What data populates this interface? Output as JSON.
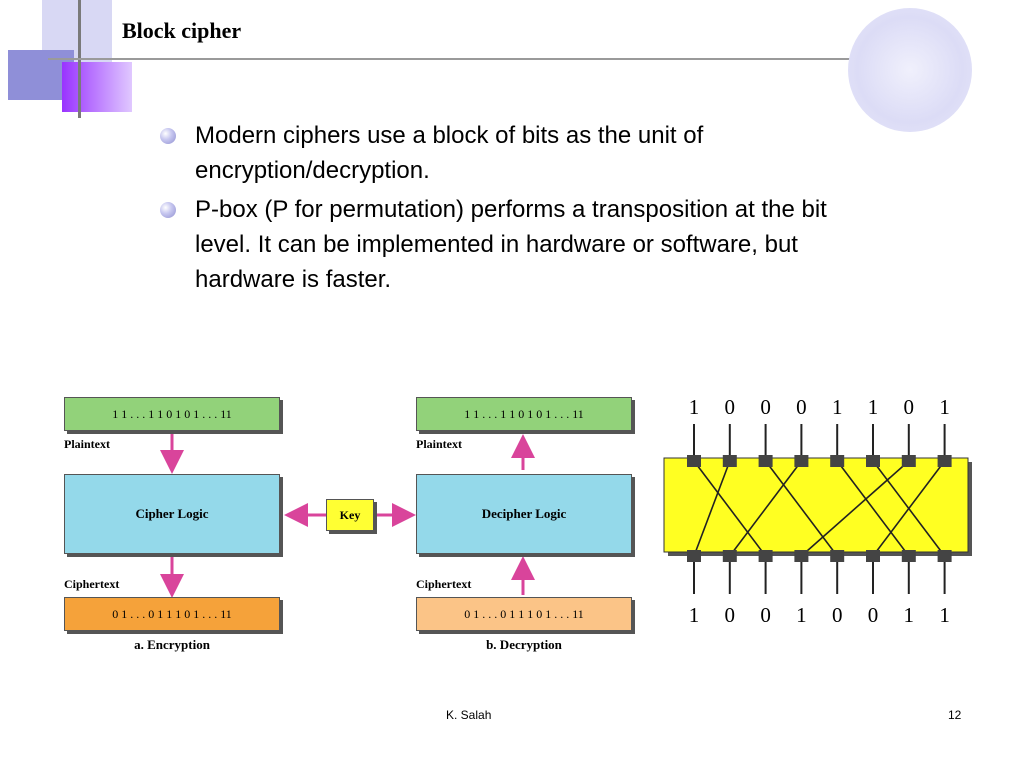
{
  "slide": {
    "title": "Block cipher",
    "bullets": [
      "Modern ciphers use a block of bits as the unit of encryption/decryption.",
      "P-box (P for permutation) performs a transposition at the bit level. It can be implemented in hardware or software, but hardware is faster."
    ],
    "footer_author": "K. Salah",
    "page_number": "12"
  },
  "encryption": {
    "plaintext_bits": "1 1 . . . 1 1 0 1 0 1 . . . 11",
    "plaintext_label": "Plaintext",
    "logic_label": "Cipher Logic",
    "ciphertext_label": "Ciphertext",
    "ciphertext_bits": "0 1 . . . 0 1 1 1 0 1 . . . 11",
    "caption": "a. Encryption"
  },
  "key_label": "Key",
  "decryption": {
    "plaintext_bits": "1 1 . . . 1 1 0 1 0 1 . . . 11",
    "plaintext_label": "Plaintext",
    "logic_label": "Decipher Logic",
    "ciphertext_label": "Ciphertext",
    "ciphertext_bits": "0 1 . . . 0 1 1 1 0 1 . . . 11",
    "caption": "b. Decryption"
  },
  "pbox": {
    "input_bits": [
      "1",
      "0",
      "0",
      "0",
      "1",
      "1",
      "0",
      "1"
    ],
    "output_bits": [
      "1",
      "0",
      "0",
      "1",
      "0",
      "0",
      "1",
      "1"
    ],
    "permutation": [
      2,
      0,
      4,
      1,
      6,
      7,
      3,
      5
    ]
  },
  "colors": {
    "plaintext_box": "#92d27a",
    "logic_box": "#94d9ea",
    "ciphertext_enc_box": "#f5a23a",
    "ciphertext_dec_box": "#fbc487",
    "key_box": "#ffff33",
    "arrow": "#d9449b",
    "pbox_fill": "#ffff22",
    "title_accent": "#8f8fd0"
  }
}
